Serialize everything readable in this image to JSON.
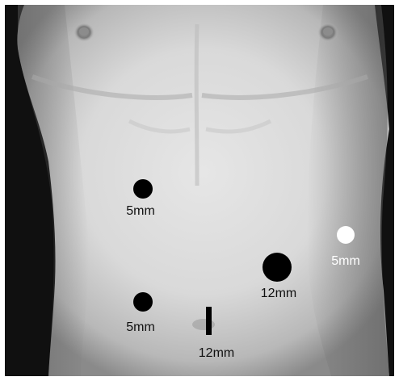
{
  "figure": {
    "subject": "abdominal-torso-photo",
    "ports": [
      {
        "id": "port-right-upper",
        "size_label": "5mm",
        "marker": "filled-circle",
        "marker_color": "#000000",
        "label_color": "#111111"
      },
      {
        "id": "port-right-lower",
        "size_label": "5mm",
        "marker": "filled-circle",
        "marker_color": "#000000",
        "label_color": "#111111"
      },
      {
        "id": "port-umbilical",
        "size_label": "12mm",
        "marker": "vertical-bar",
        "marker_color": "#000000",
        "label_color": "#111111"
      },
      {
        "id": "port-left-mid",
        "size_label": "12mm",
        "marker": "filled-circle",
        "marker_color": "#000000",
        "label_color": "#111111"
      },
      {
        "id": "port-left-lateral",
        "size_label": "5mm",
        "marker": "filled-circle",
        "marker_color": "#ffffff",
        "label_color": "#ffffff"
      }
    ]
  }
}
